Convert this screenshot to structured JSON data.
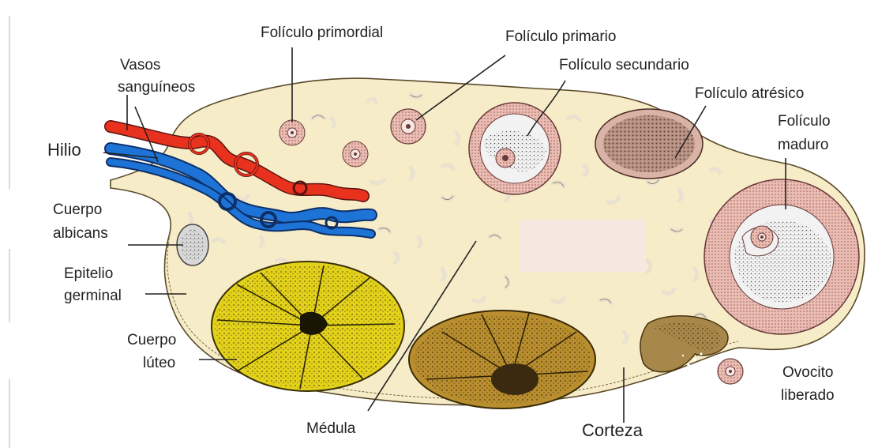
{
  "labels": {
    "foliculo_primordial": "Folículo primordial",
    "foliculo_primario": "Folículo primario",
    "foliculo_secundario": "Folículo secundario",
    "foliculo_atresico": "Folículo atrésico",
    "foliculo_maduro_1": "Folículo",
    "foliculo_maduro_2": "maduro",
    "vasos_1": "Vasos",
    "vasos_2": "sanguíneos",
    "hilio": "Hilio",
    "cuerpo_albicans_1": "Cuerpo",
    "cuerpo_albicans_2": "albicans",
    "epitelio_1": "Epitelio",
    "epitelio_2": "germinal",
    "cuerpo_luteo_1": "Cuerpo",
    "cuerpo_luteo_2": "lúteo",
    "medula": "Médula",
    "corteza": "Corteza",
    "ovocito_1": "Ovocito",
    "ovocito_2": "liberado"
  },
  "colors": {
    "stroma": "#f6ecc8",
    "outline": "#5a4a2a",
    "artery": "#e8321e",
    "vein": "#1e73d6",
    "corpus_luteum": "#e3d21a",
    "corpus_luteum_2": "#b88e2e",
    "follicle_ring": "#e8b9b0",
    "antrum": "#f2f2f2",
    "atretic": "#a87c6c"
  }
}
